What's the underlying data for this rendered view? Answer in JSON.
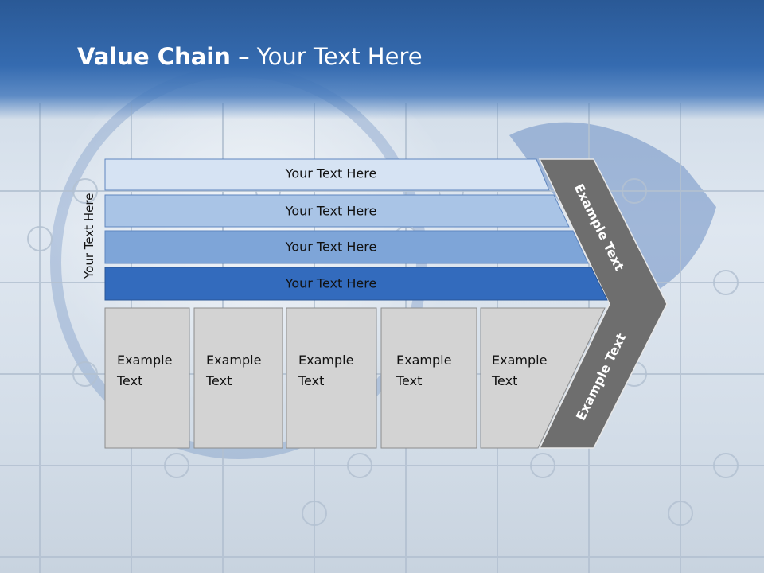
{
  "slide": {
    "title_bold": "Value Chain",
    "title_rest": " – Your Text Here",
    "side_label": "Your Text Here",
    "bands": [
      {
        "label": "Your Text Here",
        "color": "#d6e3f3"
      },
      {
        "label": "Your Text Here",
        "color": "#a9c4e6"
      },
      {
        "label": "Your Text Here",
        "color": "#7ea5d8"
      },
      {
        "label": "Your Text Here",
        "color": "#336bbd"
      }
    ],
    "boxes": [
      {
        "line1": "Example",
        "line2": "Text"
      },
      {
        "line1": "Example",
        "line2": "Text"
      },
      {
        "line1": "Example",
        "line2": "Text"
      },
      {
        "line1": "Example",
        "line2": "Text"
      },
      {
        "line1": "Example",
        "line2": "Text"
      }
    ],
    "chevron_upper": "Example Text",
    "chevron_lower": "Example Text",
    "colors": {
      "header": "#2f63a8",
      "chevron": "#6e6e6e",
      "box": "#d3d3d3"
    }
  }
}
